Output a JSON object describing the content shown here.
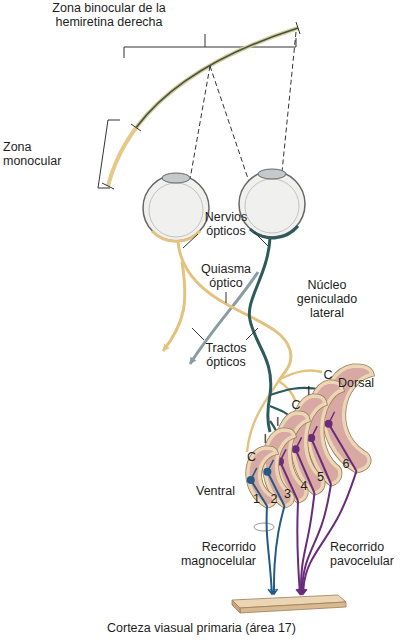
{
  "diagram": {
    "nodes": [
      {
        "text": [
          "C",
          "1"
        ]
      },
      {
        "text": [
          "I",
          "2"
        ]
      },
      {
        "text": [
          "I",
          "3"
        ]
      },
      {
        "text": [
          "C",
          "4"
        ]
      },
      {
        "text": [
          "I",
          "5"
        ]
      },
      {
        "text": [
          "C",
          "6"
        ]
      },
      {
        "text": [
          "Corteza viasual primaria (área 17)"
        ]
      }
    ],
    "edges": [
      {
        "from": 0,
        "to": 6,
        "arrow": "to"
      },
      {
        "from": 1,
        "to": 6,
        "arrow": "to"
      },
      {
        "from": 2,
        "to": 6,
        "arrow": "to"
      },
      {
        "from": 3,
        "to": 6,
        "arrow": "to"
      },
      {
        "from": 4,
        "to": 6,
        "arrow": "to"
      },
      {
        "from": 5,
        "to": 6,
        "arrow": "to"
      }
    ],
    "labels": [
      "Zona binocular de la hemiretina derecha",
      "Zona monocular",
      "Nervios ópticos",
      "Quiasma óptico",
      "Núcleo geniculado lateral",
      "Tractos ópticos",
      "Dorsal",
      "Ventral",
      "Recorrido magnocelular",
      "Recorrido pavocelular"
    ]
  }
}
